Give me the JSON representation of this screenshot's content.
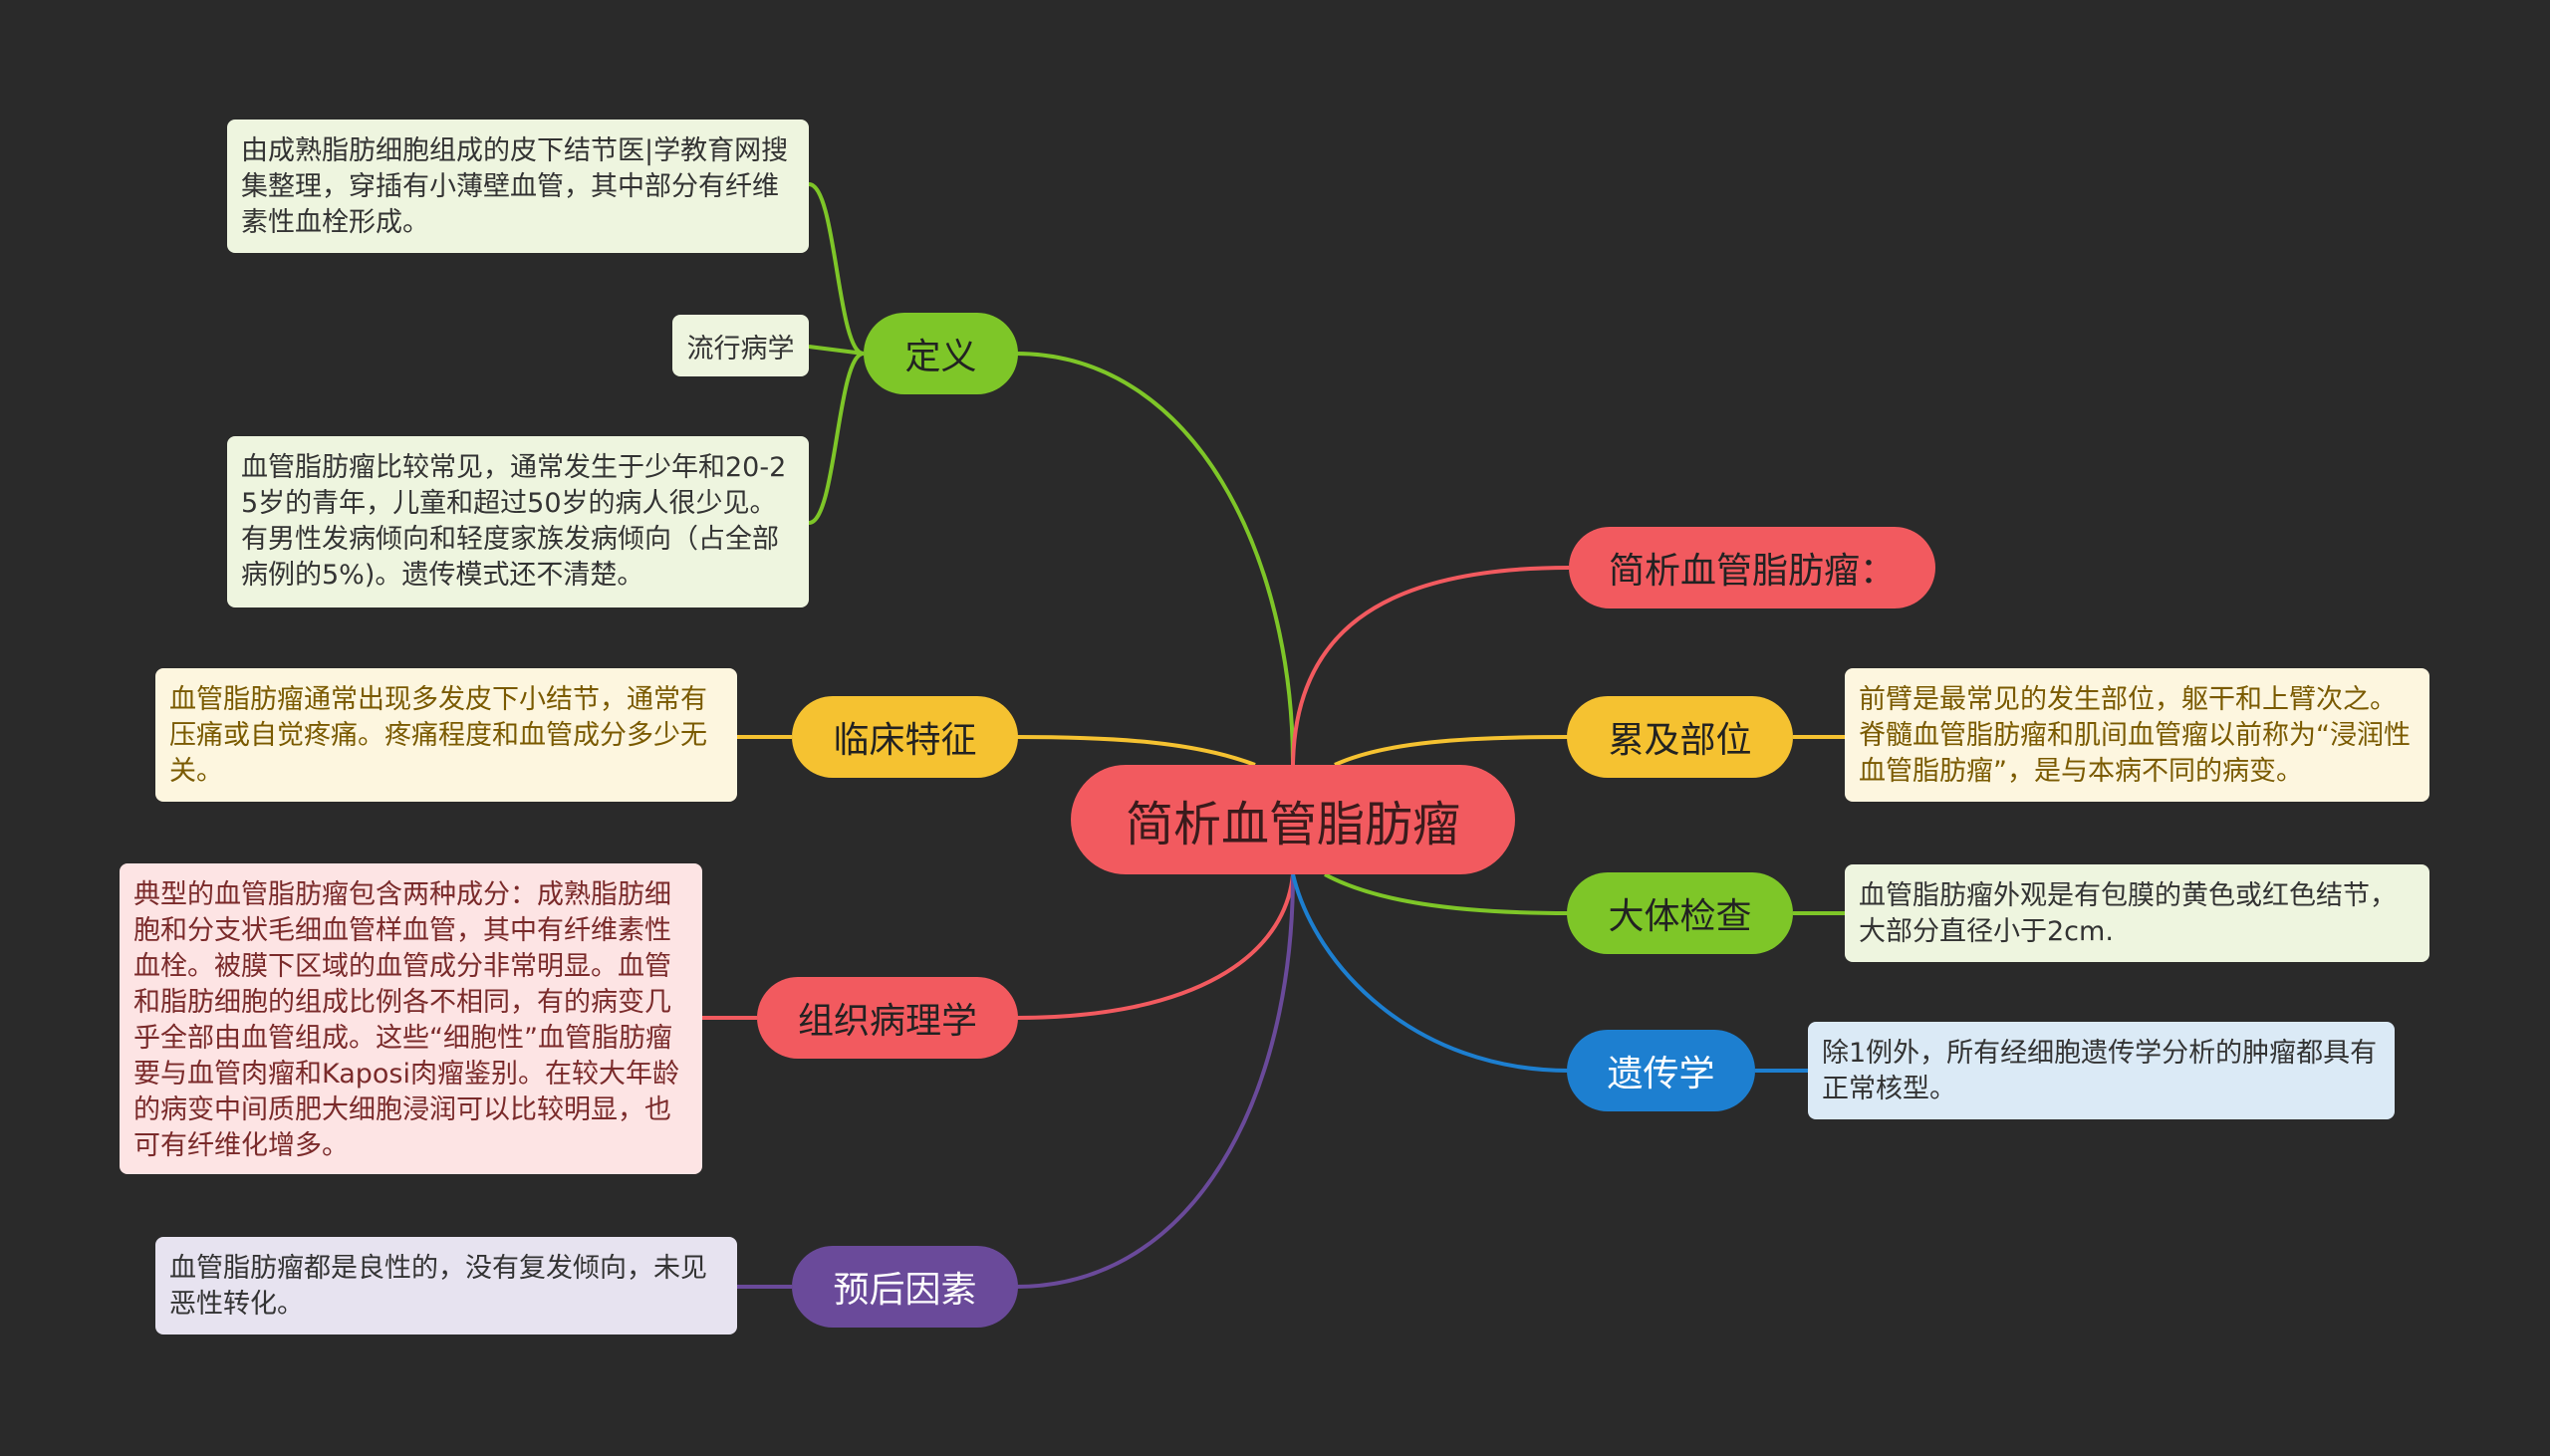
{
  "center": "简析血管脂肪瘤",
  "left": {
    "definition": {
      "label": "定义",
      "notes": [
        "由成熟脂肪细胞组成的皮下结节医|学教育网搜集整理，穿插有小薄壁血管，其中部分有纤维素性血栓形成。",
        "流行病学",
        "血管脂肪瘤比较常见，通常发生于少年和20-25岁的青年，儿童和超过50岁的病人很少见。有男性发病倾向和轻度家族发病倾向（占全部病例的5%)。遗传模式还不清楚。"
      ]
    },
    "clinical": {
      "label": "临床特征",
      "note": "血管脂肪瘤通常出现多发皮下小结节，通常有压痛或自觉疼痛。疼痛程度和血管成分多少无关。"
    },
    "histology": {
      "label": "组织病理学",
      "note": "典型的血管脂肪瘤包含两种成分：成熟脂肪细胞和分支状毛细血管样血管，其中有纤维素性血栓。被膜下区域的血管成分非常明显。血管和脂肪细胞的组成比例各不相同，有的病变几乎全部由血管组成。这些“细胞性”血管脂肪瘤要与血管肉瘤和Kaposi肉瘤鉴别。在较大年龄的病变中间质肥大细胞浸润可以比较明显，也可有纤维化增多。"
    },
    "prognosis": {
      "label": "预后因素",
      "note": "血管脂肪瘤都是良性的，没有复发倾向，未见恶性转化。"
    }
  },
  "right": {
    "title": {
      "label": "简析血管脂肪瘤："
    },
    "location": {
      "label": "累及部位",
      "note": "前臂是最常见的发生部位，躯干和上臂次之。脊髓血管脂肪瘤和肌间血管瘤以前称为“浸润性血管脂肪瘤”，是与本病不同的病变。"
    },
    "gross": {
      "label": "大体检查",
      "note": "血管脂肪瘤外观是有包膜的黄色或红色结节，大部分直径小于2cm."
    },
    "genetics": {
      "label": "遗传学",
      "note": "除1例外，所有经细胞遗传学分析的肿瘤都具有正常核型。"
    }
  },
  "colors": {
    "background": "#2a2a2a",
    "green": "#7ec628",
    "yellow": "#f5c231",
    "red": "#f25a5f",
    "blue": "#1d7fd0",
    "purple": "#6a4a9a"
  }
}
